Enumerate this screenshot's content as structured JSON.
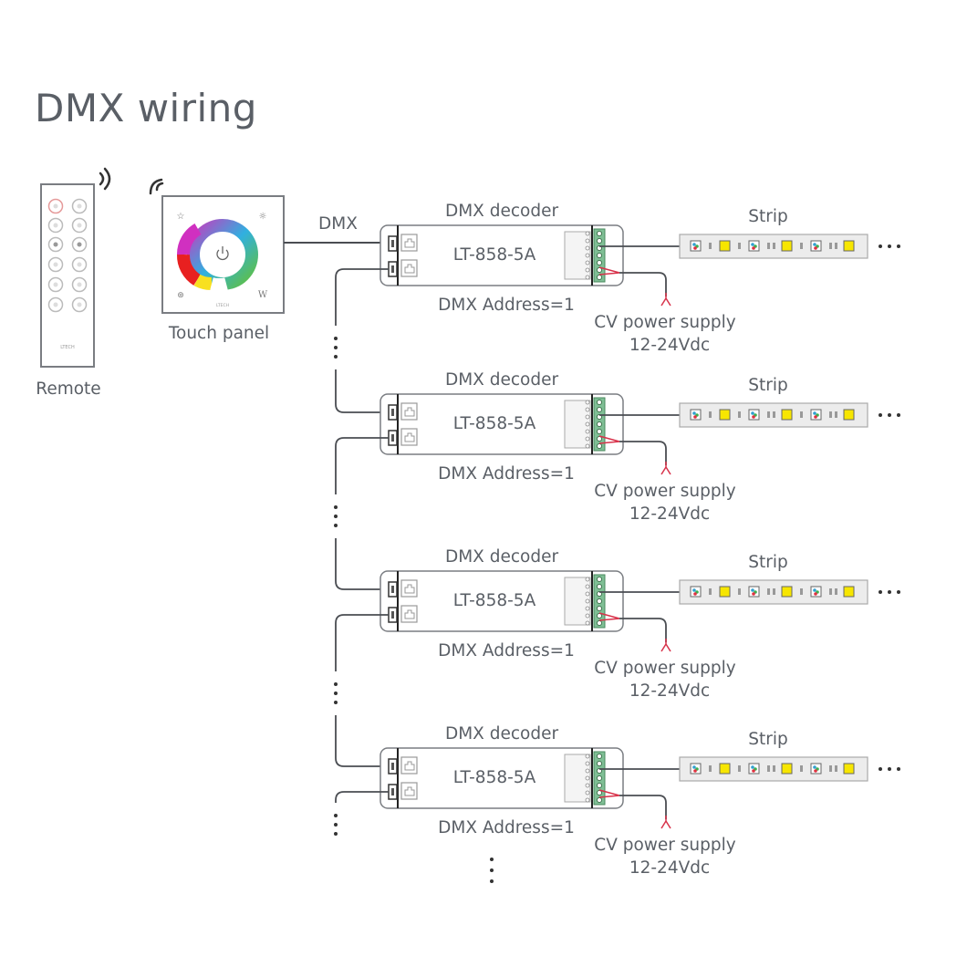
{
  "title": "DMX wiring",
  "remote": {
    "label": "Remote",
    "brand": "LTECH",
    "wireless_icon": "wifi-signal-icon"
  },
  "touch_panel": {
    "label": "Touch panel",
    "brand": "LTECH",
    "corner_labels": [
      "star",
      "sun",
      "speed",
      "W"
    ]
  },
  "dmx_link_label": "DMX",
  "decoders": [
    {
      "title": "DMX decoder",
      "model": "LT-858-5A",
      "address": "DMX Address=1",
      "strip": "Strip",
      "power": "CV power supply",
      "voltage": "12-24Vdc",
      "strip_more": "•••"
    },
    {
      "title": "DMX decoder",
      "model": "LT-858-5A",
      "address": "DMX Address=1",
      "strip": "Strip",
      "power": "CV power supply",
      "voltage": "12-24Vdc",
      "strip_more": "•••"
    },
    {
      "title": "DMX decoder",
      "model": "LT-858-5A",
      "address": "DMX Address=1",
      "strip": "Strip",
      "power": "CV power supply",
      "voltage": "12-24Vdc",
      "strip_more": "•••"
    },
    {
      "title": "DMX decoder",
      "model": "LT-858-5A",
      "address": "DMX Address=1",
      "strip": "Strip",
      "power": "CV power supply",
      "voltage": "12-24Vdc",
      "strip_more": "•••"
    }
  ],
  "colors": {
    "line": "#4a4d52",
    "outline": "#8a8d91",
    "terminal_green": "#7fbf95",
    "power_red": "#d8324a",
    "led_yellow": "#f7e600",
    "strip_bg": "#ececec"
  }
}
